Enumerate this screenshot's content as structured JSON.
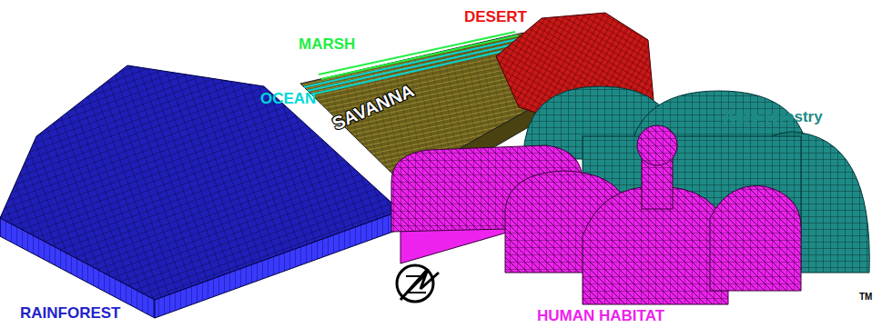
{
  "diagram": {
    "labels": [
      "DESERT",
      "MARSH",
      "OCEAN",
      "SAVANNA",
      "Agro-forestry",
      "RAINFOREST",
      "HUMAN HABITAT",
      "TM"
    ]
  }
}
